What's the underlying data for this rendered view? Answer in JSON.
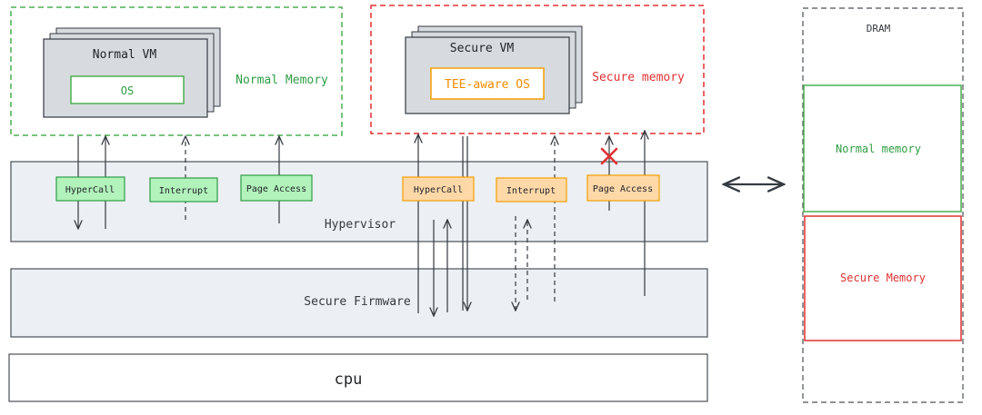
{
  "normal_vm": {
    "title": "Normal VM",
    "os_label": "OS",
    "memory_label": "Normal Memory"
  },
  "secure_vm": {
    "title": "Secure VM",
    "os_label": "TEE-aware OS",
    "memory_label": "Secure memory"
  },
  "hypervisor": {
    "label": "Hypervisor",
    "normal_buttons": [
      "HyperCall",
      "Interrupt",
      "Page Access"
    ],
    "secure_buttons": [
      "HyperCall",
      "Interrupt",
      "Page Access"
    ]
  },
  "firmware": {
    "label": "Secure Firmware"
  },
  "cpu": {
    "label": "cpu"
  },
  "dram": {
    "title": "DRAM",
    "normal_region": "Normal memory",
    "secure_region": "Secure Memory"
  },
  "colors": {
    "green": "#4caf50",
    "green_fill": "#b2f2bb",
    "red": "#e03131",
    "orange": "#f59f00",
    "orange_fill": "#ffd8a8",
    "layer_fill": "#eceff3",
    "vm_fill": "#d7dbe0",
    "stroke": "#343a40"
  }
}
